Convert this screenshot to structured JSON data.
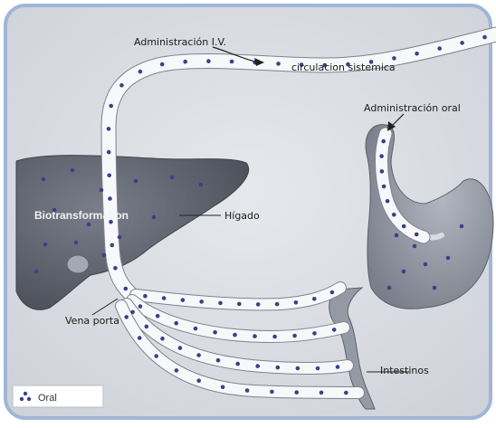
{
  "labels": {
    "iv": "Administración I.V.",
    "systemic": "circulacion sistemica",
    "oral_admin": "Administración oral",
    "liver": "Hígado",
    "biotransformation": "Biotransformation",
    "portal_vein": "Vena porta",
    "intestines": "Intestinos"
  },
  "legend": {
    "label": "Oral",
    "icon": "dots-icon"
  },
  "colors": {
    "background": "#dfe1e6",
    "liver": "#5e626e",
    "stomach": "#8c909c",
    "vessel": "#f7f8fa",
    "dot": "#3d3f8a",
    "frame": "#9fb6d6"
  }
}
